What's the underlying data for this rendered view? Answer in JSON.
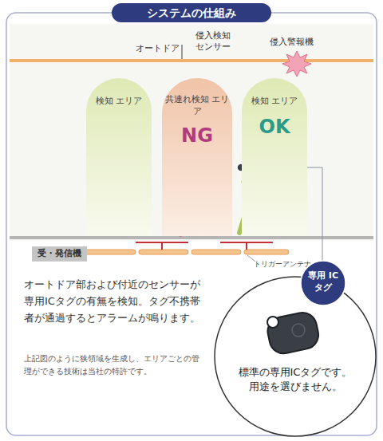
{
  "diagram": {
    "title": "システムの仕組み",
    "nodes": [
      {
        "text": [
          "検知 エリア"
        ]
      },
      {
        "text": [
          "共連れ検知 エリア",
          "NG"
        ]
      },
      {
        "text": [
          "検知 エリア",
          "OK"
        ]
      },
      {
        "text": [
          "受・発信機"
        ]
      },
      {
        "text": [
          "標準の専用ICタグです。 用途を選びません。"
        ]
      },
      {
        "text": [
          "専用 ICタグ"
        ]
      }
    ],
    "labels": [
      "オートドア",
      "侵入検知 センサー",
      "侵入警報機",
      "トリガーアンテナ",
      "オートドア部および付近のセンサーが専用ICタグの有無を検知。タグ不携帯者が通過するとアラームが鳴ります。",
      "上記図のように狭領域を生成し、エリアごとの管理ができる技術は当社の特許です。"
    ]
  }
}
